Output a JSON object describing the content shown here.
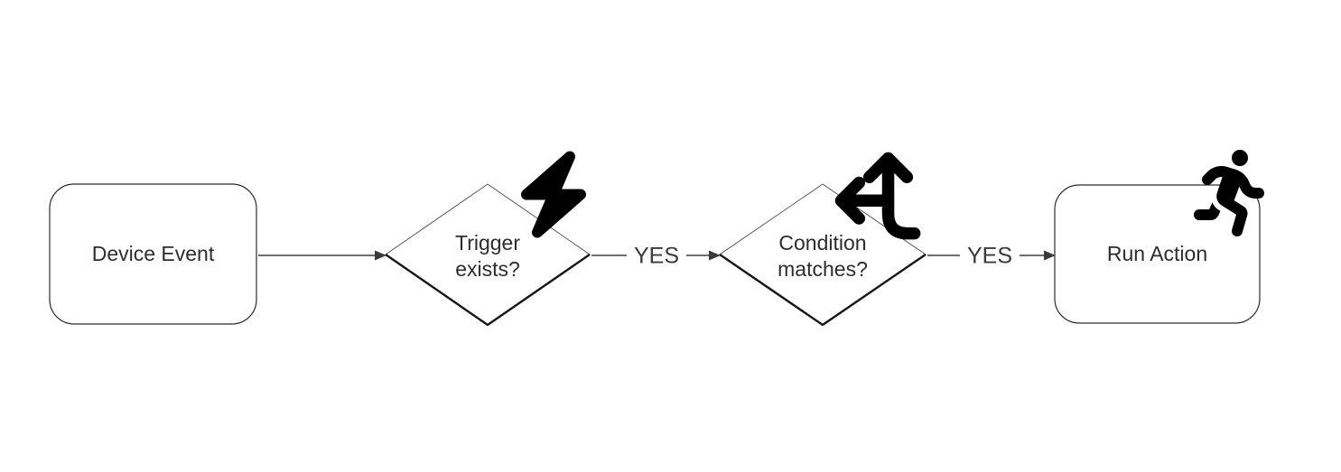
{
  "diagram": {
    "type": "flowchart",
    "colors": {
      "background": "#ffffff",
      "shape_fill": "#ffffff",
      "shape_stroke": "#2b2b2b",
      "shape_shadow_stroke": "#161616",
      "connector": "#3f3f3f",
      "icon_fill": "#000000",
      "text": "#2d2d2d"
    },
    "nodes": [
      {
        "id": "device-event",
        "shape": "rounded-rectangle",
        "label": "Device Event",
        "icon": null
      },
      {
        "id": "trigger-exists",
        "shape": "diamond",
        "label": "Trigger exists?",
        "label_line1": "Trigger",
        "label_line2": "exists?",
        "icon": "lightning-bolt-icon"
      },
      {
        "id": "condition-matches",
        "shape": "diamond",
        "label": "Condition matches?",
        "label_line1": "Condition",
        "label_line2": "matches?",
        "icon": "arrows-split-up-left-icon"
      },
      {
        "id": "run-action",
        "shape": "rounded-rectangle",
        "label": "Run Action",
        "icon": "person-running-icon"
      }
    ],
    "edges": [
      {
        "from": "device-event",
        "to": "trigger-exists",
        "label": ""
      },
      {
        "from": "trigger-exists",
        "to": "condition-matches",
        "label": "YES"
      },
      {
        "from": "condition-matches",
        "to": "run-action",
        "label": "YES"
      }
    ]
  }
}
